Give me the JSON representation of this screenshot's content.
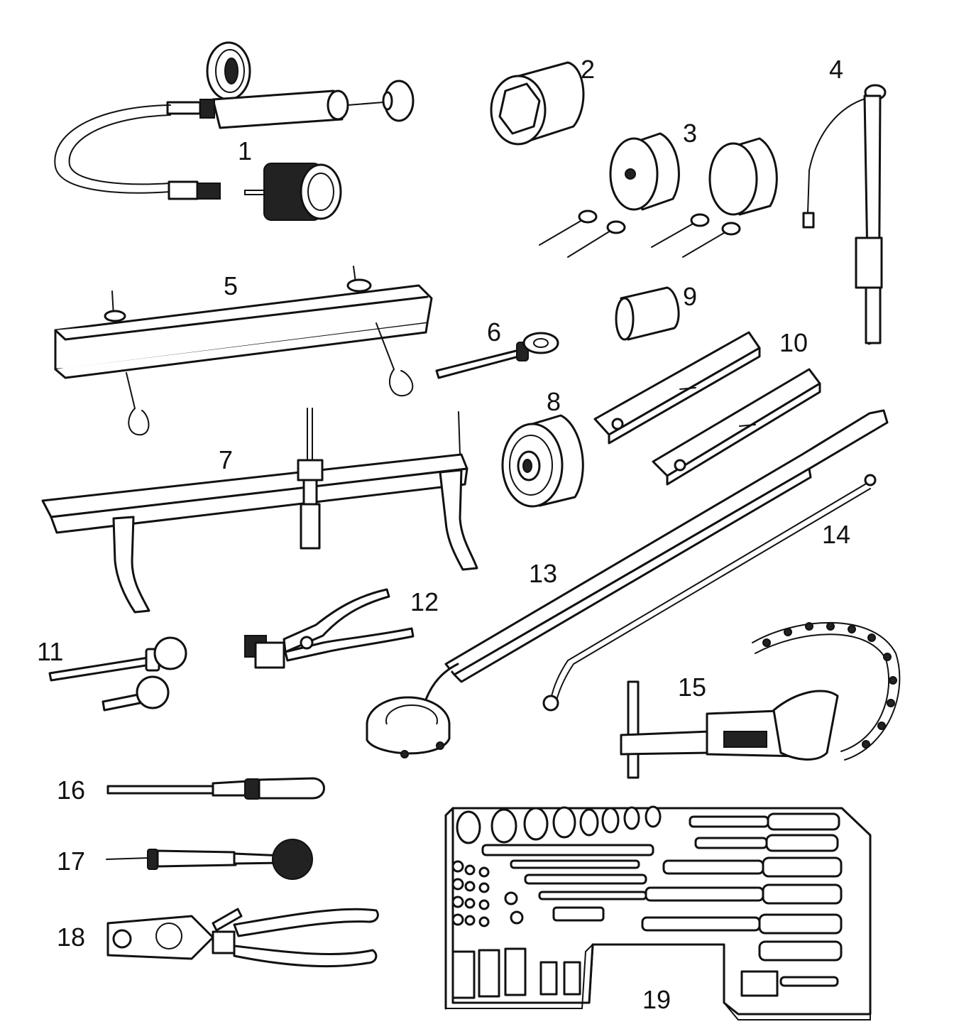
{
  "figure": {
    "labels": [
      "1",
      "2",
      "3",
      "4",
      "5",
      "6",
      "7",
      "8",
      "9",
      "10",
      "11",
      "12",
      "13",
      "14",
      "15",
      "16",
      "17",
      "18",
      "19"
    ]
  },
  "tools": [
    {
      "number": "1",
      "icon": "pressure-tester-icon"
    },
    {
      "number": "2",
      "icon": "socket-icon"
    },
    {
      "number": "3",
      "icon": "seal-installer-icon"
    },
    {
      "number": "4",
      "icon": "probe-tool-icon"
    },
    {
      "number": "5",
      "icon": "engine-support-bar-icon"
    },
    {
      "number": "6",
      "icon": "puller-pin-icon"
    },
    {
      "number": "7",
      "icon": "support-beam-icon"
    },
    {
      "number": "8",
      "icon": "pulley-holder-icon"
    },
    {
      "number": "9",
      "icon": "sleeve-icon"
    },
    {
      "number": "10",
      "icon": "locking-plate-icon"
    },
    {
      "number": "11",
      "icon": "ball-pin-icon"
    },
    {
      "number": "12",
      "icon": "pliers-icon"
    },
    {
      "number": "13",
      "icon": "ring-wrench-icon"
    },
    {
      "number": "14",
      "icon": "rod-icon"
    },
    {
      "number": "15",
      "icon": "chain-wrench-icon"
    },
    {
      "number": "16",
      "icon": "screwdriver-icon"
    },
    {
      "number": "17",
      "icon": "ball-handle-tool-icon"
    },
    {
      "number": "18",
      "icon": "crimping-pliers-icon"
    },
    {
      "number": "19",
      "icon": "tool-tray-icon"
    }
  ]
}
